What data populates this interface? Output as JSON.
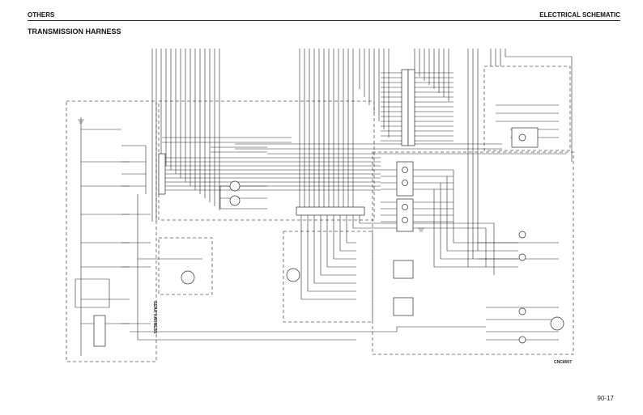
{
  "header": {
    "left": "OTHERS",
    "right": "ELECTRICAL SCHEMATIC"
  },
  "title": "TRANSMISSION HARNESS",
  "labels": {
    "gear_harness": "GEAR HARNESS"
  },
  "figure_code": "CNC8007",
  "page_number": "90-17",
  "colors": {
    "ink": "#2a2a2a",
    "dash": "#555555"
  }
}
